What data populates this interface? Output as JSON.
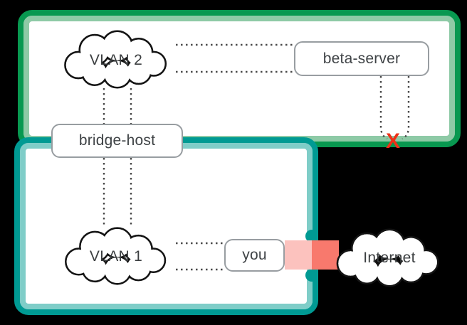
{
  "diagram": {
    "zones": [
      {
        "id": "vlan2-zone",
        "border_outer_color": "#089850",
        "border_inner_color": "#8ecaa6"
      },
      {
        "id": "vlan1-zone",
        "border_outer_color": "#009a93",
        "border_inner_color": "#7fcdc8"
      }
    ],
    "nodes": {
      "vlan2": {
        "label": "VLAN 2",
        "type": "cloud"
      },
      "vlan1": {
        "label": "VLAN 1",
        "type": "cloud"
      },
      "internet": {
        "label": "Internet",
        "type": "cloud"
      },
      "beta_server": {
        "label": "beta-server",
        "type": "box"
      },
      "bridge_host": {
        "label": "bridge-host",
        "type": "box"
      },
      "you": {
        "label": "you",
        "type": "box"
      }
    },
    "markers": {
      "blocked_x": {
        "glyph": "X",
        "color": "#ee3018"
      },
      "internet_link_band": {
        "color_inside_zone": "#fcc2be",
        "color_outside_zone": "#f8796d"
      }
    },
    "connections": [
      {
        "from": "vlan2",
        "to": "beta_server",
        "style": "dotted",
        "count": 2
      },
      {
        "from": "vlan2",
        "to": "bridge_host",
        "style": "dotted",
        "count": 2
      },
      {
        "from": "bridge_host",
        "to": "vlan1",
        "style": "dotted",
        "count": 2
      },
      {
        "from": "vlan1",
        "to": "you",
        "style": "dotted",
        "count": 2
      },
      {
        "from": "beta_server",
        "to": "vlan2-zone-edge",
        "style": "dotted",
        "count": 2,
        "blocked": true
      },
      {
        "from": "you",
        "to": "internet",
        "style": "solid-band",
        "blocked": false
      }
    ]
  }
}
